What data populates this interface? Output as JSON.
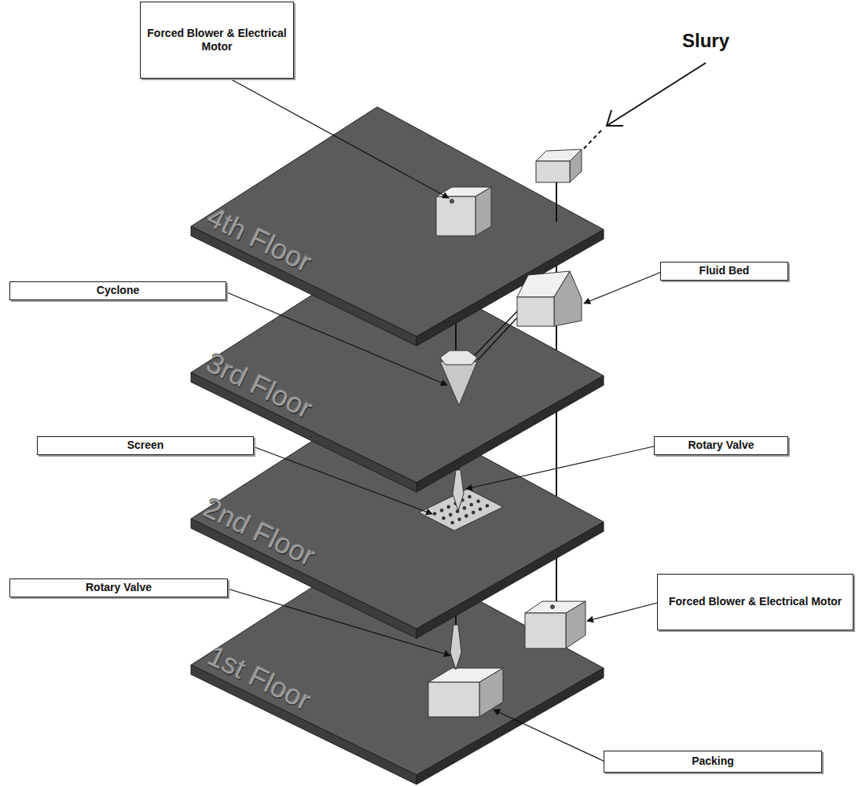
{
  "diagram": {
    "nodes": [
      {
        "text": [
          "Forced Blower & Electrical Motor"
        ]
      },
      {
        "text": [
          "Cyclone"
        ]
      },
      {
        "text": [
          "Fluid Bed"
        ]
      },
      {
        "text": [
          "Screen"
        ]
      },
      {
        "text": [
          "Rotary Valve"
        ]
      },
      {
        "text": [
          "Rotary Valve"
        ]
      },
      {
        "text": [
          "Forced Blower & Electrical Motor"
        ]
      },
      {
        "text": [
          "Packing"
        ]
      }
    ],
    "labels": [
      "Slury",
      "4th Floor",
      "3rd Floor",
      "2nd Floor",
      "1st Floor"
    ]
  }
}
